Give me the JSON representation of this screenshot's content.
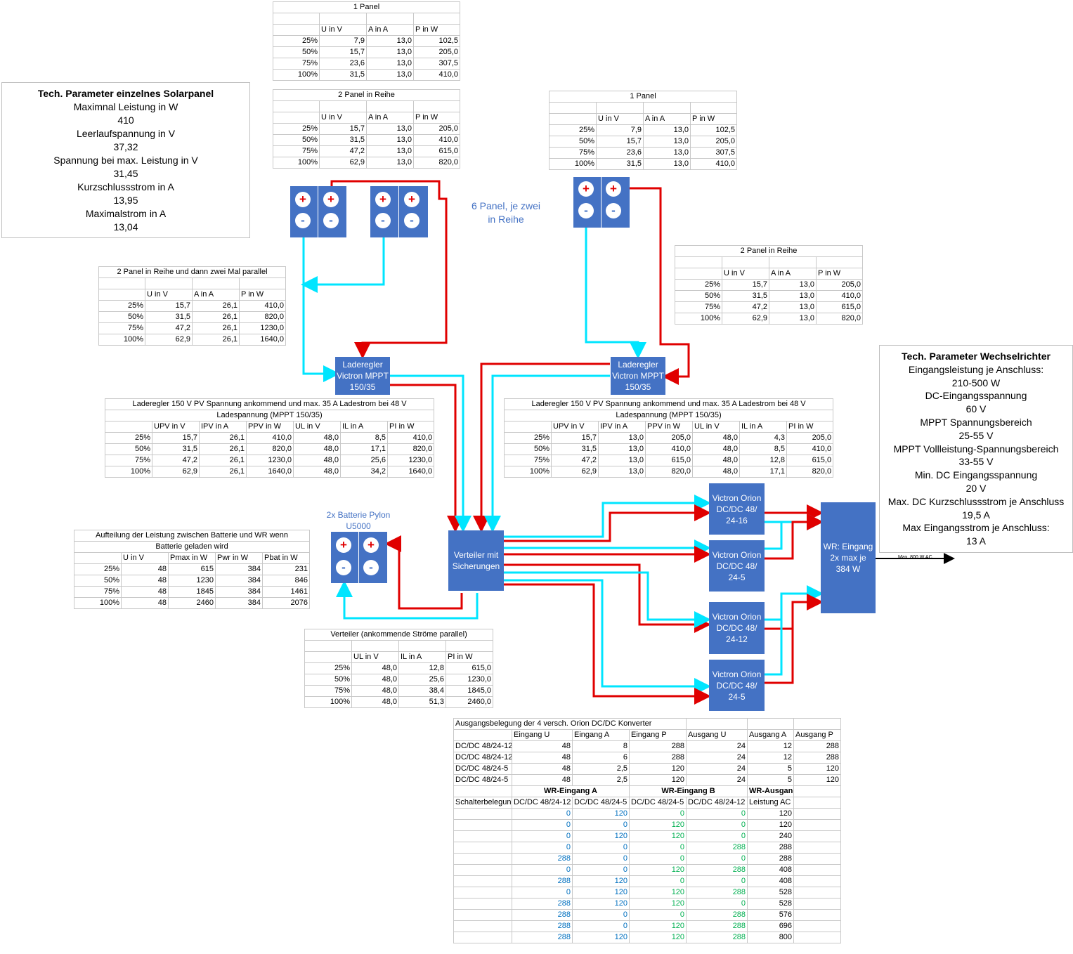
{
  "panel_params": {
    "title": "Tech. Parameter einzelnes Solarpanel",
    "lines": [
      "Maximnal Leistung in W",
      "410",
      "Leerlaufspannung in V",
      "37,32",
      "Spannung bei max. Leistung in V",
      "31,45",
      "Kurzschlussstrom in A",
      "13,95",
      "Maximalstrom in A",
      "13,04"
    ]
  },
  "inverter_params": {
    "title": "Tech. Parameter Wechselrichter",
    "lines": [
      "Eingangsleistung je Anschluss:",
      "210-500 W",
      "DC-Eingangsspannung",
      "60 V",
      "MPPT Spannungsbereich",
      "25-55 V",
      "MPPT Vollleistung-Spannungsbereich",
      "33-55 V",
      "Min. DC Eingangsspannung",
      "20 V",
      "Max. DC Kurzschlussstrom je Anschluss",
      "19,5 A",
      "Max Eingangsstrom je Anschluss:",
      "13 A"
    ]
  },
  "labels": {
    "six_panel": "6 Panel, je zwei in Reihe",
    "battery": "2x Batterie Pylon U5000",
    "output": "Max. 800 W AC"
  },
  "nodes": {
    "mppt_left": "Laderegler\nVictron MPPT\n150/35",
    "mppt_right": "Laderegler\nVictron MPPT\n150/35",
    "distributor": "Verteiler mit\nSicherungen",
    "orion1": "Victron Orion\nDC/DC 48/\n24-16",
    "orion2": "Victron Orion\nDC/DC 48/\n24-5",
    "orion3": "Victron Orion\nDC/DC 48/\n24-12",
    "orion4": "Victron Orion\nDC/DC 48/\n24-5",
    "inverter": "WR: Eingang\n2x max je\n384 W"
  },
  "tables": {
    "t1": {
      "title": "1 Panel",
      "header": [
        "",
        "U in V",
        "A in A",
        "P in W"
      ],
      "rows": [
        [
          "25%",
          "7,9",
          "13,0",
          "102,5"
        ],
        [
          "50%",
          "15,7",
          "13,0",
          "205,0"
        ],
        [
          "75%",
          "23,6",
          "13,0",
          "307,5"
        ],
        [
          "100%",
          "31,5",
          "13,0",
          "410,0"
        ]
      ]
    },
    "t2": {
      "title": "2 Panel in Reihe",
      "header": [
        "",
        "U in V",
        "A in A",
        "P in W"
      ],
      "rows": [
        [
          "25%",
          "15,7",
          "13,0",
          "205,0"
        ],
        [
          "50%",
          "31,5",
          "13,0",
          "410,0"
        ],
        [
          "75%",
          "47,2",
          "13,0",
          "615,0"
        ],
        [
          "100%",
          "62,9",
          "13,0",
          "820,0"
        ]
      ]
    },
    "t3": {
      "title": "1 Panel",
      "header": [
        "",
        "U in V",
        "A in A",
        "P in W"
      ],
      "rows": [
        [
          "25%",
          "7,9",
          "13,0",
          "102,5"
        ],
        [
          "50%",
          "15,7",
          "13,0",
          "205,0"
        ],
        [
          "75%",
          "23,6",
          "13,0",
          "307,5"
        ],
        [
          "100%",
          "31,5",
          "13,0",
          "410,0"
        ]
      ]
    },
    "t4": {
      "title": "2 Panel in Reihe",
      "header": [
        "",
        "U in V",
        "A in A",
        "P in W"
      ],
      "rows": [
        [
          "25%",
          "15,7",
          "13,0",
          "205,0"
        ],
        [
          "50%",
          "31,5",
          "13,0",
          "410,0"
        ],
        [
          "75%",
          "47,2",
          "13,0",
          "615,0"
        ],
        [
          "100%",
          "62,9",
          "13,0",
          "820,0"
        ]
      ]
    },
    "t5": {
      "title": "2 Panel in Reihe und dann zwei Mal parallel",
      "header": [
        "",
        "U in V",
        "A in A",
        "P in W"
      ],
      "rows": [
        [
          "25%",
          "15,7",
          "26,1",
          "410,0"
        ],
        [
          "50%",
          "31,5",
          "26,1",
          "820,0"
        ],
        [
          "75%",
          "47,2",
          "26,1",
          "1230,0"
        ],
        [
          "100%",
          "62,9",
          "26,1",
          "1640,0"
        ]
      ]
    },
    "t6": {
      "title": "Laderegler 150 V PV Spannung ankommend und max. 35 A Ladestrom bei 48 V",
      "title2": "Ladespannung (MPPT 150/35)",
      "header": [
        "",
        "UPV in V",
        "IPV in A",
        "PPV in W",
        "UL in V",
        "IL in A",
        "PI in W"
      ],
      "rows": [
        [
          "25%",
          "15,7",
          "26,1",
          "410,0",
          "48,0",
          "8,5",
          "410,0"
        ],
        [
          "50%",
          "31,5",
          "26,1",
          "820,0",
          "48,0",
          "17,1",
          "820,0"
        ],
        [
          "75%",
          "47,2",
          "26,1",
          "1230,0",
          "48,0",
          "25,6",
          "1230,0"
        ],
        [
          "100%",
          "62,9",
          "26,1",
          "1640,0",
          "48,0",
          "34,2",
          "1640,0"
        ]
      ]
    },
    "t7": {
      "title": "Laderegler 150 V PV Spannung ankommend und max. 35 A Ladestrom bei 48 V",
      "title2": "Ladespannung (MPPT 150/35)",
      "header": [
        "",
        "UPV in V",
        "IPV in A",
        "PPV in W",
        "UL in V",
        "IL in A",
        "PI in W"
      ],
      "rows": [
        [
          "25%",
          "15,7",
          "13,0",
          "205,0",
          "48,0",
          "4,3",
          "205,0"
        ],
        [
          "50%",
          "31,5",
          "13,0",
          "410,0",
          "48,0",
          "8,5",
          "410,0"
        ],
        [
          "75%",
          "47,2",
          "13,0",
          "615,0",
          "48,0",
          "12,8",
          "615,0"
        ],
        [
          "100%",
          "62,9",
          "13,0",
          "820,0",
          "48,0",
          "17,1",
          "820,0"
        ]
      ]
    },
    "t8": {
      "title": "Aufteilung der Leistung zwischen Batterie und WR wenn",
      "title2": "Batterie geladen wird",
      "header": [
        "",
        "U in V",
        "Pmax in W",
        "Pwr in W",
        "Pbat in W"
      ],
      "rows": [
        [
          "25%",
          "48",
          "615",
          "384",
          "231"
        ],
        [
          "50%",
          "48",
          "1230",
          "384",
          "846"
        ],
        [
          "75%",
          "48",
          "1845",
          "384",
          "1461"
        ],
        [
          "100%",
          "48",
          "2460",
          "384",
          "2076"
        ]
      ]
    },
    "t9": {
      "title": "Verteiler (ankommende Ströme parallel)",
      "header": [
        "",
        "UL in V",
        "IL in A",
        "PI in W"
      ],
      "rows": [
        [
          "25%",
          "48,0",
          "12,8",
          "615,0"
        ],
        [
          "50%",
          "48,0",
          "25,6",
          "1230,0"
        ],
        [
          "75%",
          "48,0",
          "38,4",
          "1845,0"
        ],
        [
          "100%",
          "48,0",
          "51,3",
          "2460,0"
        ]
      ]
    },
    "t10": {
      "title": "Ausgangsbelegung der 4 versch. Orion DC/DC Konverter",
      "header": [
        "",
        "Eingang U",
        "Eingang A",
        "Eingang P",
        "Ausgang U",
        "Ausgang A",
        "Ausgang P"
      ],
      "rows": [
        [
          "DC/DC 48/24-12",
          "48",
          "8",
          "288",
          "24",
          "12",
          "288"
        ],
        [
          "DC/DC 48/24-12",
          "48",
          "6",
          "288",
          "24",
          "12",
          "288"
        ],
        [
          "DC/DC 48/24-5",
          "48",
          "2,5",
          "120",
          "24",
          "5",
          "120"
        ],
        [
          "DC/DC 48/24-5",
          "48",
          "2,5",
          "120",
          "24",
          "5",
          "120"
        ]
      ],
      "group_a": "WR-Eingang A",
      "group_b": "WR-Eingang B",
      "group_out": "WR-Ausgang",
      "sub_header": [
        "Schalterbelegung",
        "DC/DC 48/24-12",
        "DC/DC 48/24-5",
        "DC/DC 48/24-5",
        "DC/DC 48/24-12",
        "Leistung AC"
      ],
      "switch_rows": [
        [
          "0",
          "120",
          "0",
          "0",
          "120"
        ],
        [
          "0",
          "0",
          "120",
          "0",
          "120"
        ],
        [
          "0",
          "120",
          "120",
          "0",
          "240"
        ],
        [
          "0",
          "0",
          "0",
          "288",
          "288"
        ],
        [
          "288",
          "0",
          "0",
          "0",
          "288"
        ],
        [
          "0",
          "0",
          "120",
          "288",
          "408"
        ],
        [
          "288",
          "120",
          "0",
          "0",
          "408"
        ],
        [
          "0",
          "120",
          "120",
          "288",
          "528"
        ],
        [
          "288",
          "120",
          "120",
          "0",
          "528"
        ],
        [
          "288",
          "0",
          "0",
          "288",
          "576"
        ],
        [
          "288",
          "0",
          "120",
          "288",
          "696"
        ],
        [
          "288",
          "120",
          "120",
          "288",
          "800"
        ]
      ]
    }
  }
}
